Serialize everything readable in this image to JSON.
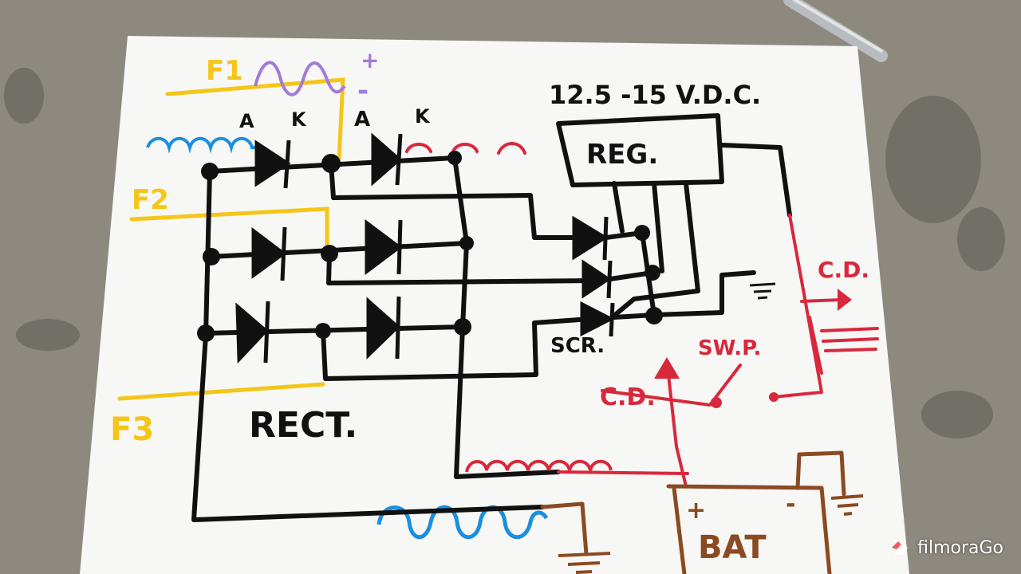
{
  "diagram": {
    "colors": {
      "ink": "#111111",
      "yellow": "#f5c518",
      "blue": "#1b8ee0",
      "red": "#d8283c",
      "purple": "#a37ad8",
      "brown": "#8a4a22",
      "paper": "#f7f7f5"
    },
    "labels": {
      "f1": "F1",
      "f2": "F2",
      "f3": "F3",
      "plus_top": "+",
      "minus_top": "-",
      "anode1": "A",
      "cathode1": "K",
      "anode2": "A",
      "cathode2": "K",
      "voltage": "12.5 -15 V.D.C.",
      "reg": "REG.",
      "scr": "SCR.",
      "rect": "RECT.",
      "cd_right": "C.D.",
      "cd_left": "C.D.",
      "swp": "SW.P.",
      "bat": "BAT",
      "bat_plus": "+",
      "bat_minus": "-"
    }
  },
  "watermark": {
    "text": "filmoraGo"
  }
}
